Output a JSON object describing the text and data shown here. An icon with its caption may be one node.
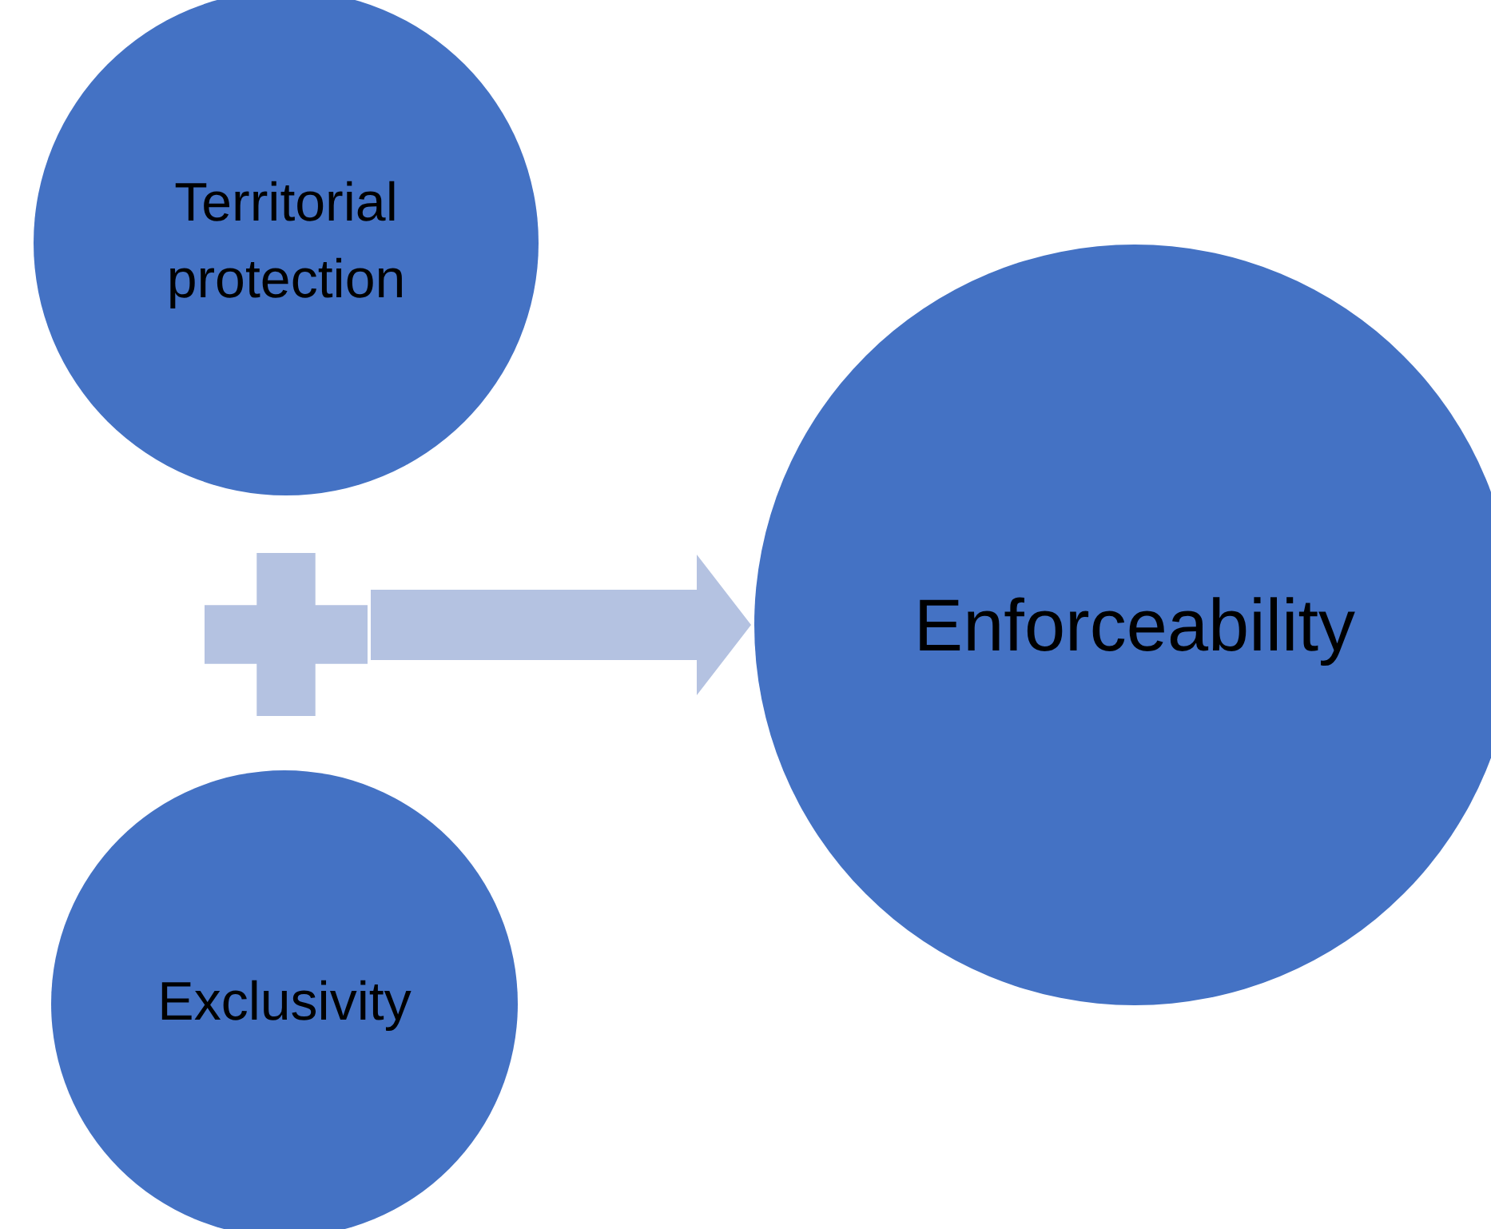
{
  "diagram": {
    "nodes": [
      {
        "text": [
          "Territorial protection"
        ]
      },
      {
        "text": [],
        "shape": "plus"
      },
      {
        "text": [
          "Exclusivity"
        ]
      },
      {
        "text": [
          "Enforceability"
        ]
      }
    ],
    "edges": [
      {
        "from": 1,
        "to": 3,
        "arrow": "to"
      }
    ]
  }
}
